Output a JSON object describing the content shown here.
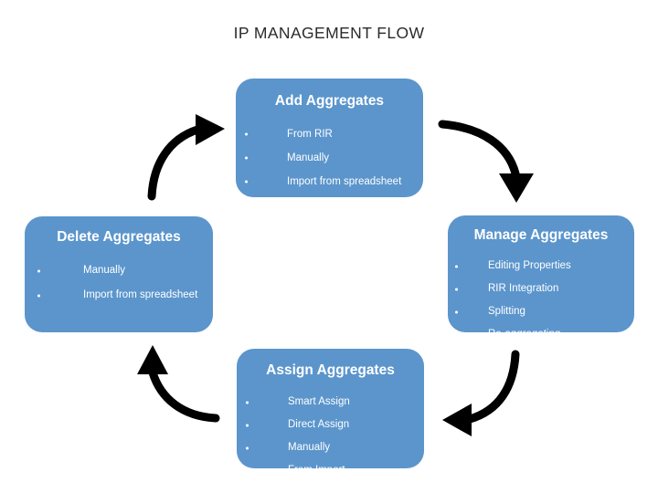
{
  "diagram": {
    "title": "IP MANAGEMENT FLOW",
    "background_color": "#ffffff",
    "node_color": "#5b95cc",
    "node_text_color": "#ffffff",
    "arrow_color": "#000000",
    "title_color": "#2b2b2b"
  },
  "nodes": [
    {
      "id": "add",
      "title": "Add Aggregates",
      "bullets": [
        "From RIR",
        "Manually",
        "Import from spreadsheet"
      ]
    },
    {
      "id": "manage",
      "title": "Manage Aggregates",
      "bullets": [
        "Editing Properties",
        "RIR Integration",
        "Splitting",
        "Re-aggregating"
      ]
    },
    {
      "id": "assign",
      "title": "Assign Aggregates",
      "bullets": [
        "Smart Assign",
        "Direct Assign",
        "Manually",
        "From Import"
      ]
    },
    {
      "id": "delete",
      "title": "Delete Aggregates",
      "bullets": [
        "Manually",
        "Import from spreadsheet"
      ]
    }
  ],
  "arrows": [
    {
      "id": "add-to-manage",
      "from": "add",
      "to": "manage",
      "direction": "down-right"
    },
    {
      "id": "manage-to-assign",
      "from": "manage",
      "to": "assign",
      "direction": "down-left"
    },
    {
      "id": "assign-to-delete",
      "from": "assign",
      "to": "delete",
      "direction": "up-left"
    },
    {
      "id": "delete-to-add",
      "from": "delete",
      "to": "add",
      "direction": "up-right"
    }
  ]
}
